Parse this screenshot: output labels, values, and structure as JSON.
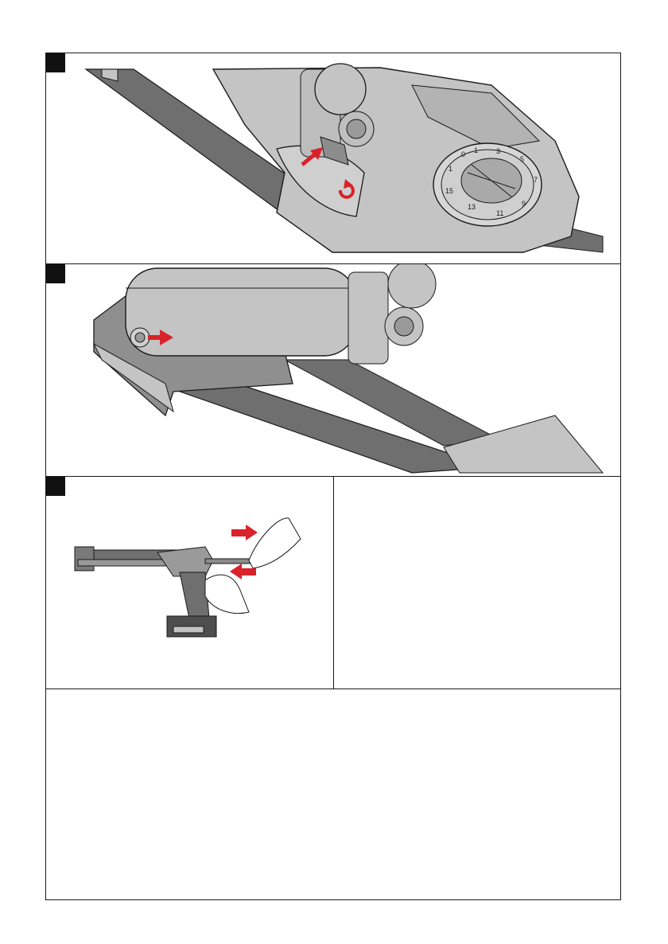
{
  "figure1": {
    "dial_numbers": [
      "0",
      "1",
      "3",
      "5",
      "7",
      "9",
      "11",
      "13",
      "15",
      "1"
    ]
  },
  "colors": {
    "arrow_red": "#d9222a",
    "body_gray": "#c4c4c4",
    "dark_gray": "#6f6f6f",
    "outline": "#1a1a1a"
  },
  "icons": [
    "push-arrow-icon",
    "rotate-arrow-icon",
    "insert-arrow-icon"
  ]
}
